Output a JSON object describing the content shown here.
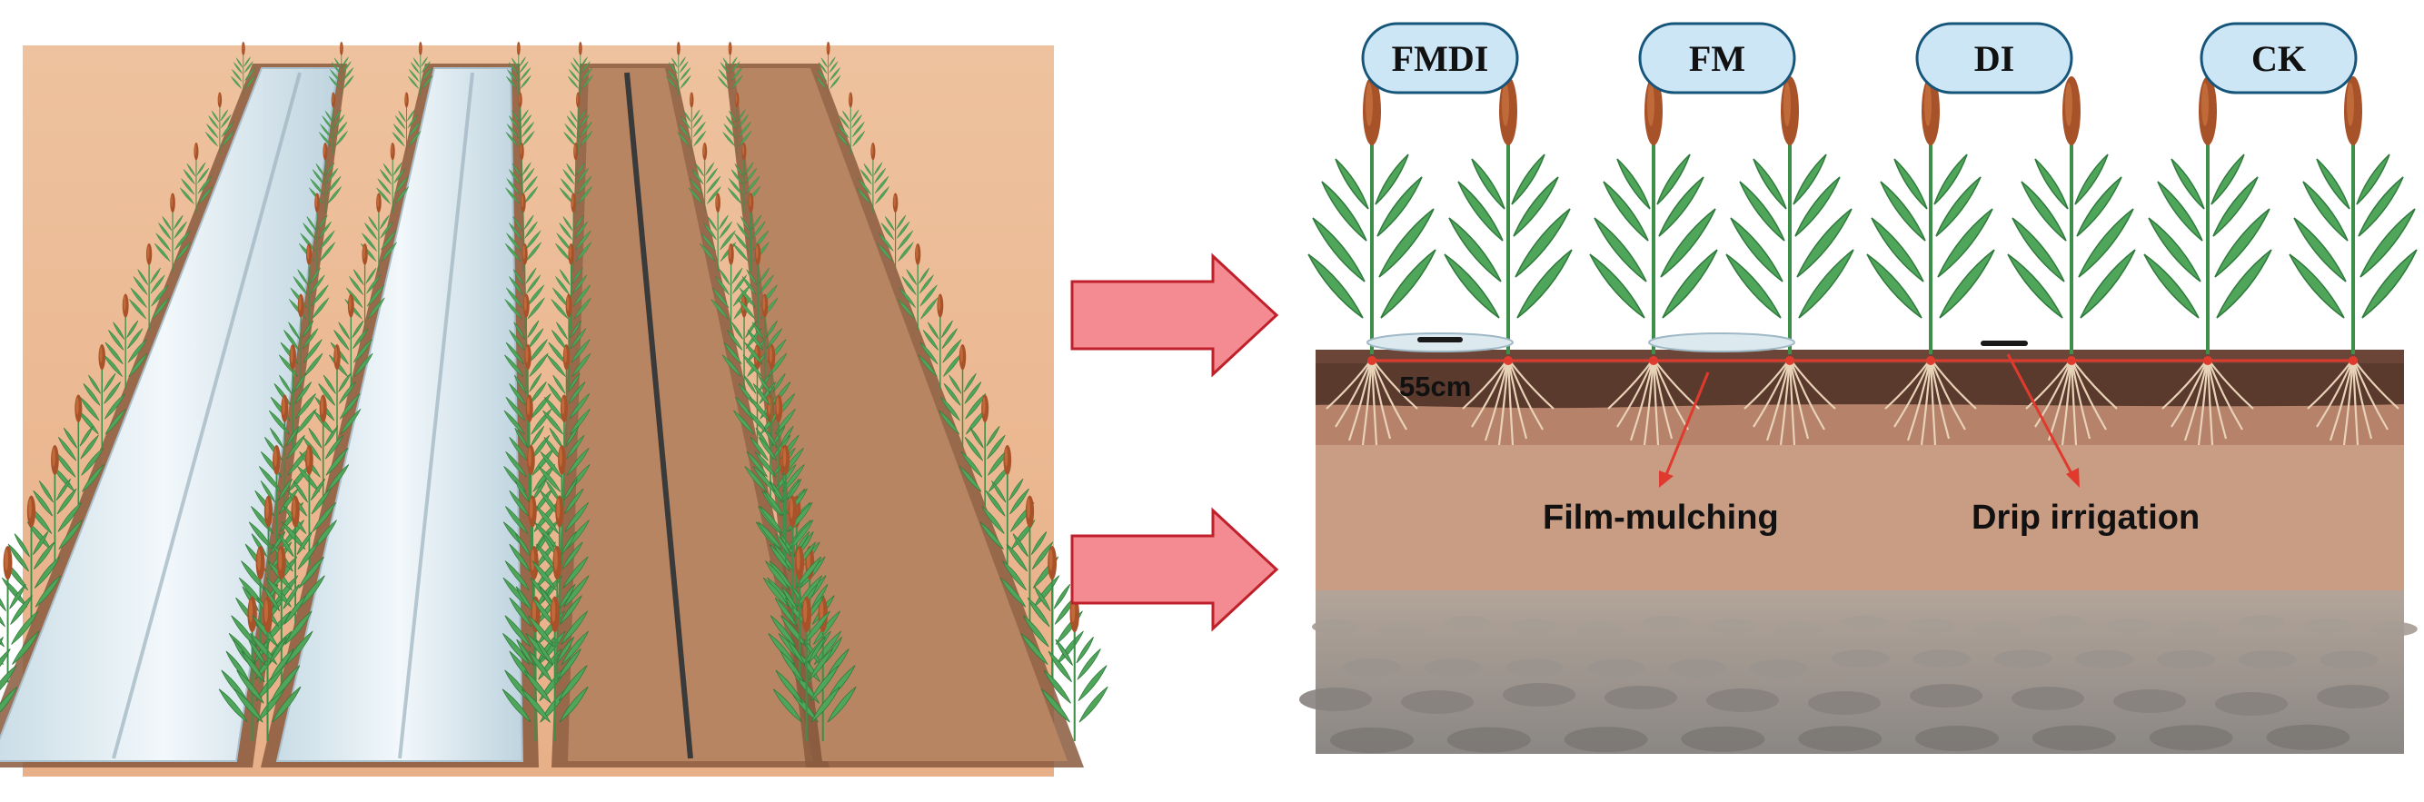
{
  "treatments": [
    {
      "id": "fmdi",
      "label": "FMDI"
    },
    {
      "id": "fm",
      "label": "FM"
    },
    {
      "id": "di",
      "label": "DI"
    },
    {
      "id": "ck",
      "label": "CK"
    }
  ],
  "annotations": {
    "spacing": "55cm",
    "film_mulching": "Film-mulching",
    "drip_irrigation": "Drip irrigation"
  },
  "colors": {
    "sand_field": "#EBB78E",
    "film": "#DCEAF0",
    "drip_tape": "#3A3A3A",
    "plant_leaf": "#4FA65A",
    "sorghum_head": "#A8522A",
    "arrow_fill": "#F48B93",
    "arrow_stroke": "#C0202A",
    "label_bubble": "#CCE6F6",
    "label_border": "#16557A",
    "topsoil": "#5B3A2E",
    "subsoil": "#C99C84",
    "stone_layer": "#8E8A86",
    "measure_line": "#E03A2E"
  },
  "icons": {
    "flow_arrows": "right-arrow-icon",
    "plants": "sorghum-plant-icon",
    "roots": "root-icon"
  }
}
